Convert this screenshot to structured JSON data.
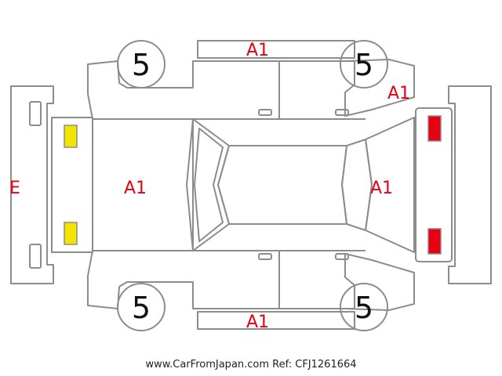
{
  "labels": {
    "front_bumper": "E",
    "hood": "A1",
    "roof_top": "A1",
    "roof_bottom": "A1",
    "tailgate": "A1",
    "rear_quarter": "A1"
  },
  "tires": {
    "front_left": "5",
    "rear_left": "5",
    "front_right": "5",
    "rear_right": "5"
  },
  "colors": {
    "outline": "#8c8c8c",
    "damage_text": "#e60012",
    "headlight": "#f2e600",
    "taillight": "#e60012"
  },
  "footer": "www.CarFromJapan.com Ref: CFJ1261664"
}
